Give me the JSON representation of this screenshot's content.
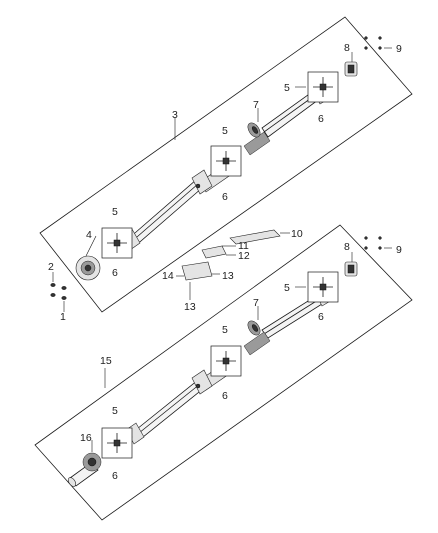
{
  "callouts": {
    "c1": "1",
    "c2": "2",
    "c3": "3",
    "c4": "4",
    "c5a": "5",
    "c5b": "5",
    "c5c": "5",
    "c5d": "5",
    "c5e": "5",
    "c5f": "5",
    "c6a": "6",
    "c6b": "6",
    "c6c": "6",
    "c6d": "6",
    "c6e": "6",
    "c6f": "6",
    "c7a": "7",
    "c7b": "7",
    "c8a": "8",
    "c8b": "8",
    "c9a": "9",
    "c9b": "9",
    "c10": "10",
    "c11": "11",
    "c12": "12",
    "c13a": "13",
    "c13b": "13",
    "c14": "14",
    "c15": "15",
    "c16": "16"
  }
}
